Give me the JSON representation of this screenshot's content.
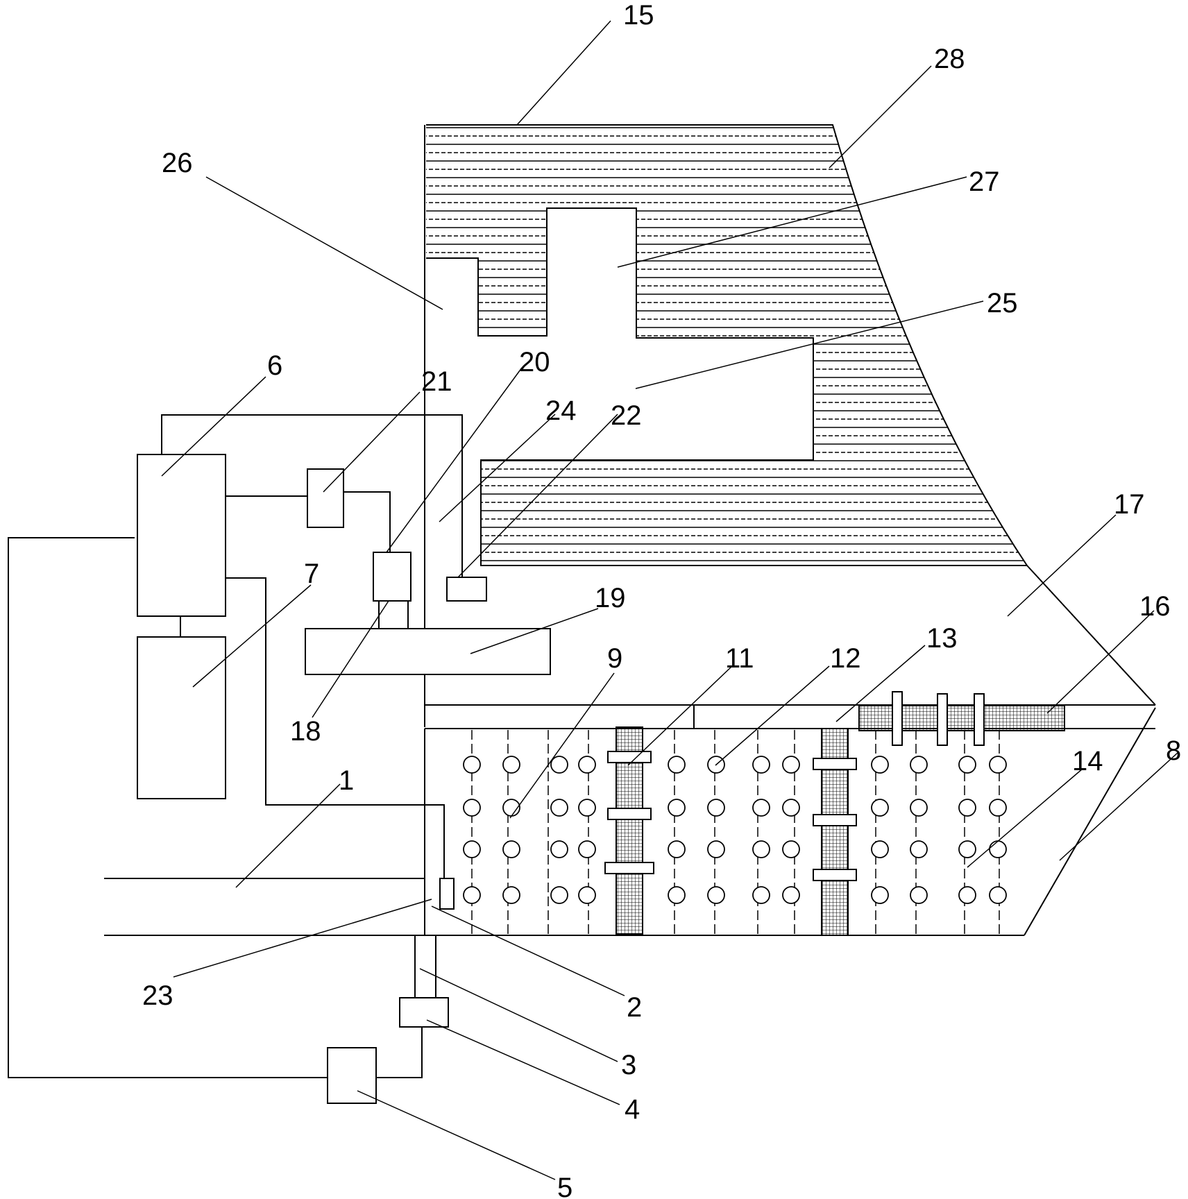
{
  "labels": {
    "l1": "1",
    "l2": "2",
    "l3": "3",
    "l4": "4",
    "l5": "5",
    "l6": "6",
    "l7": "7",
    "l8": "8",
    "l9": "9",
    "l11": "11",
    "l12": "12",
    "l13": "13",
    "l14": "14",
    "l15": "15",
    "l16": "16",
    "l17": "17",
    "l18": "18",
    "l19": "19",
    "l20": "20",
    "l21": "21",
    "l22": "22",
    "l23": "23",
    "l24": "24",
    "l25": "25",
    "l26": "26",
    "l27": "27",
    "l28": "28"
  }
}
